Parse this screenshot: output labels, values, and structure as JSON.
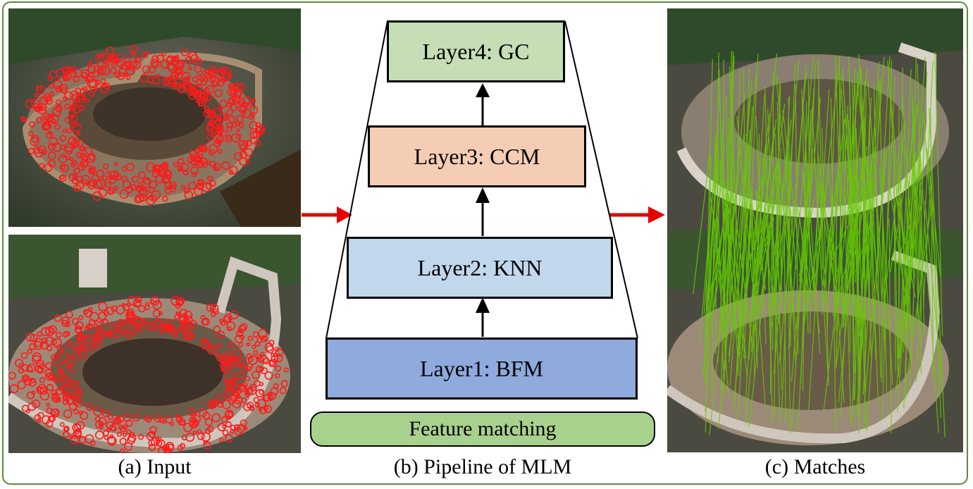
{
  "captions": {
    "input": "(a) Input",
    "pipeline": "(b) Pipeline of MLM",
    "matches": "(c) Matches"
  },
  "pipeline": {
    "layers": [
      {
        "label": "Layer4: GC",
        "color": "#c5deb5"
      },
      {
        "label": "Layer3: CCM",
        "color": "#f5cdb4"
      },
      {
        "label": "Layer2: KNN",
        "color": "#c0d7ec"
      },
      {
        "label": "Layer1: BFM",
        "color": "#8faadc"
      }
    ],
    "base_label": "Feature matching",
    "base_color": "#a9d18e"
  },
  "colors": {
    "frame": "#5e8a3c",
    "keypoints": "#ff1a1a",
    "match_lines": "#66cc00",
    "flow_arrow": "#e60000"
  },
  "icons": {
    "input_top": "colosseum-photo-with-keypoints",
    "input_bottom": "colosseum-photo-with-keypoints",
    "matches": "colosseum-photo-pair-with-match-lines"
  }
}
